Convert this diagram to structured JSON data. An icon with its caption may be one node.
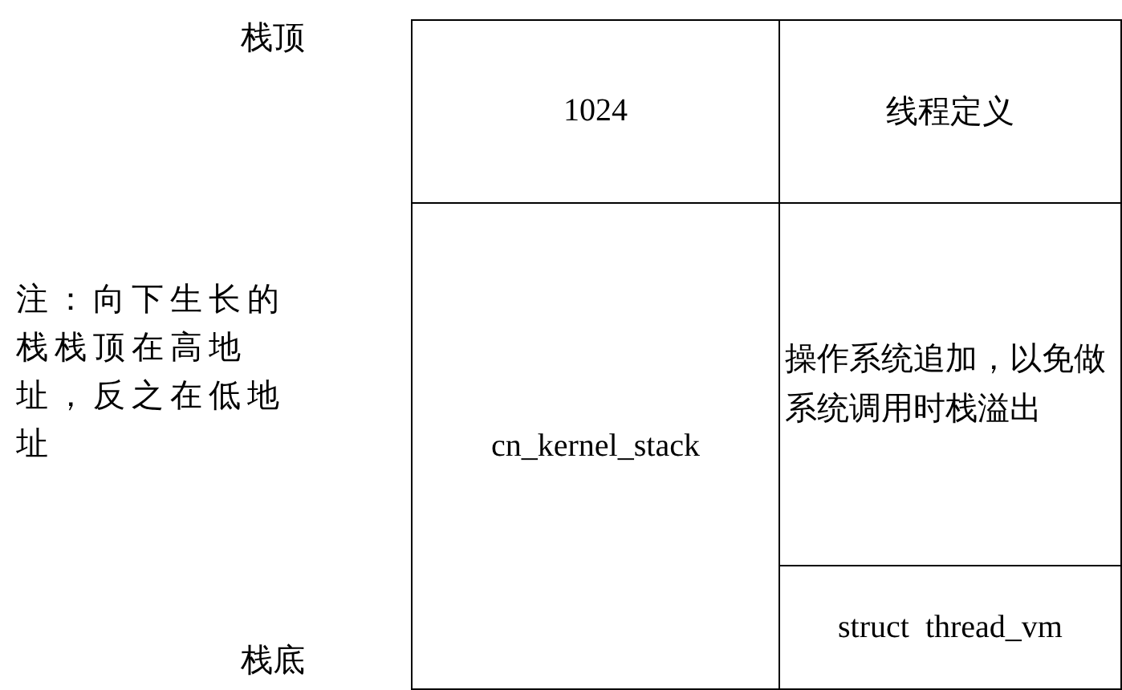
{
  "diagram": {
    "nodes": [
      {
        "text": [
          "1024"
        ]
      },
      {
        "text": [
          "线程定义"
        ]
      },
      {
        "text": [
          "cn_kernel_stack"
        ]
      },
      {
        "text": [
          "操作系统追加，以免做系统调用时栈溢出"
        ]
      },
      {
        "text": [
          "struct  thread_vm"
        ]
      }
    ],
    "labels": [
      "栈顶",
      "注：向下生长的栈栈顶在高地址，反之在低地址",
      "栈底"
    ]
  }
}
